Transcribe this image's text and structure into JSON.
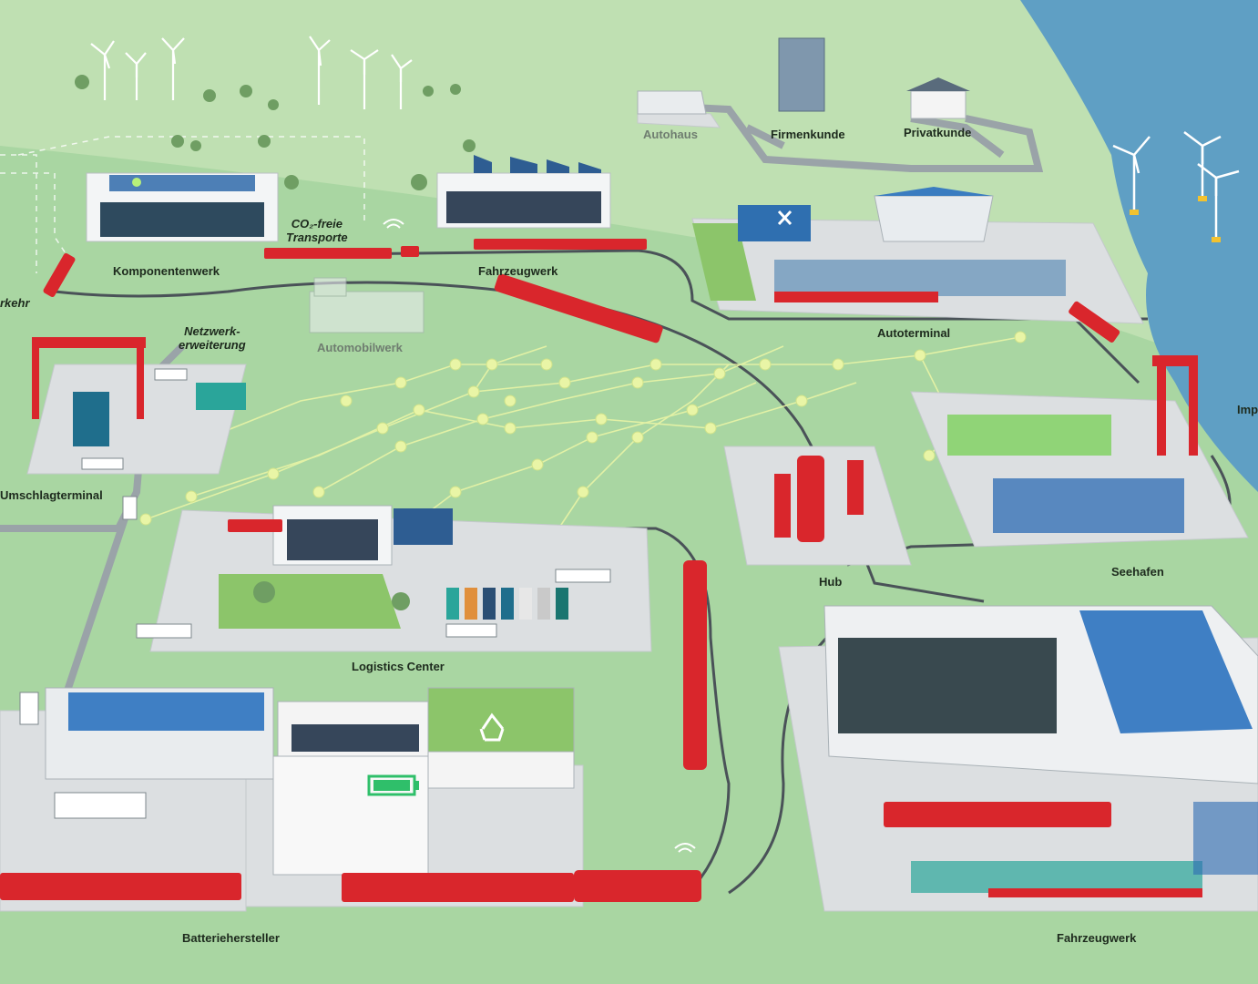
{
  "labels": {
    "autohaus": "Autohaus",
    "firmenkunde": "Firmenkunde",
    "privatkunde": "Privatkunde",
    "komponentenwerk": "Komponentenwerk",
    "fahrzeugwerk_top": "Fahrzeugwerk",
    "co2_line1": "CO₂-freie",
    "co2_line2": "Transporte",
    "netz_line1": "Netzwerk-",
    "netz_line2": "erweiterung",
    "automobilwerk": "Automobilwerk",
    "autoterminal": "Autoterminal",
    "verkehr": "rkehr",
    "umschlagterminal": "Umschlagterminal",
    "hub": "Hub",
    "seehafen": "Seehafen",
    "import": "Imp",
    "logistics_center": "Logistics Center",
    "batteriehersteller": "Batteriehersteller",
    "fahrzeugwerk_bottom": "Fahrzeugwerk"
  },
  "colors": {
    "grass": "#a9d6a2",
    "sea": "#5f9fc4",
    "rail_red": "#d9262c",
    "network_node": "#e9f5a6",
    "pad": "#dcdfe1",
    "road": "#9aa3a8"
  },
  "icons": [
    "wind-turbine-icon",
    "recycle-icon",
    "battery-icon",
    "wifi-signal-icon",
    "tools-icon"
  ]
}
